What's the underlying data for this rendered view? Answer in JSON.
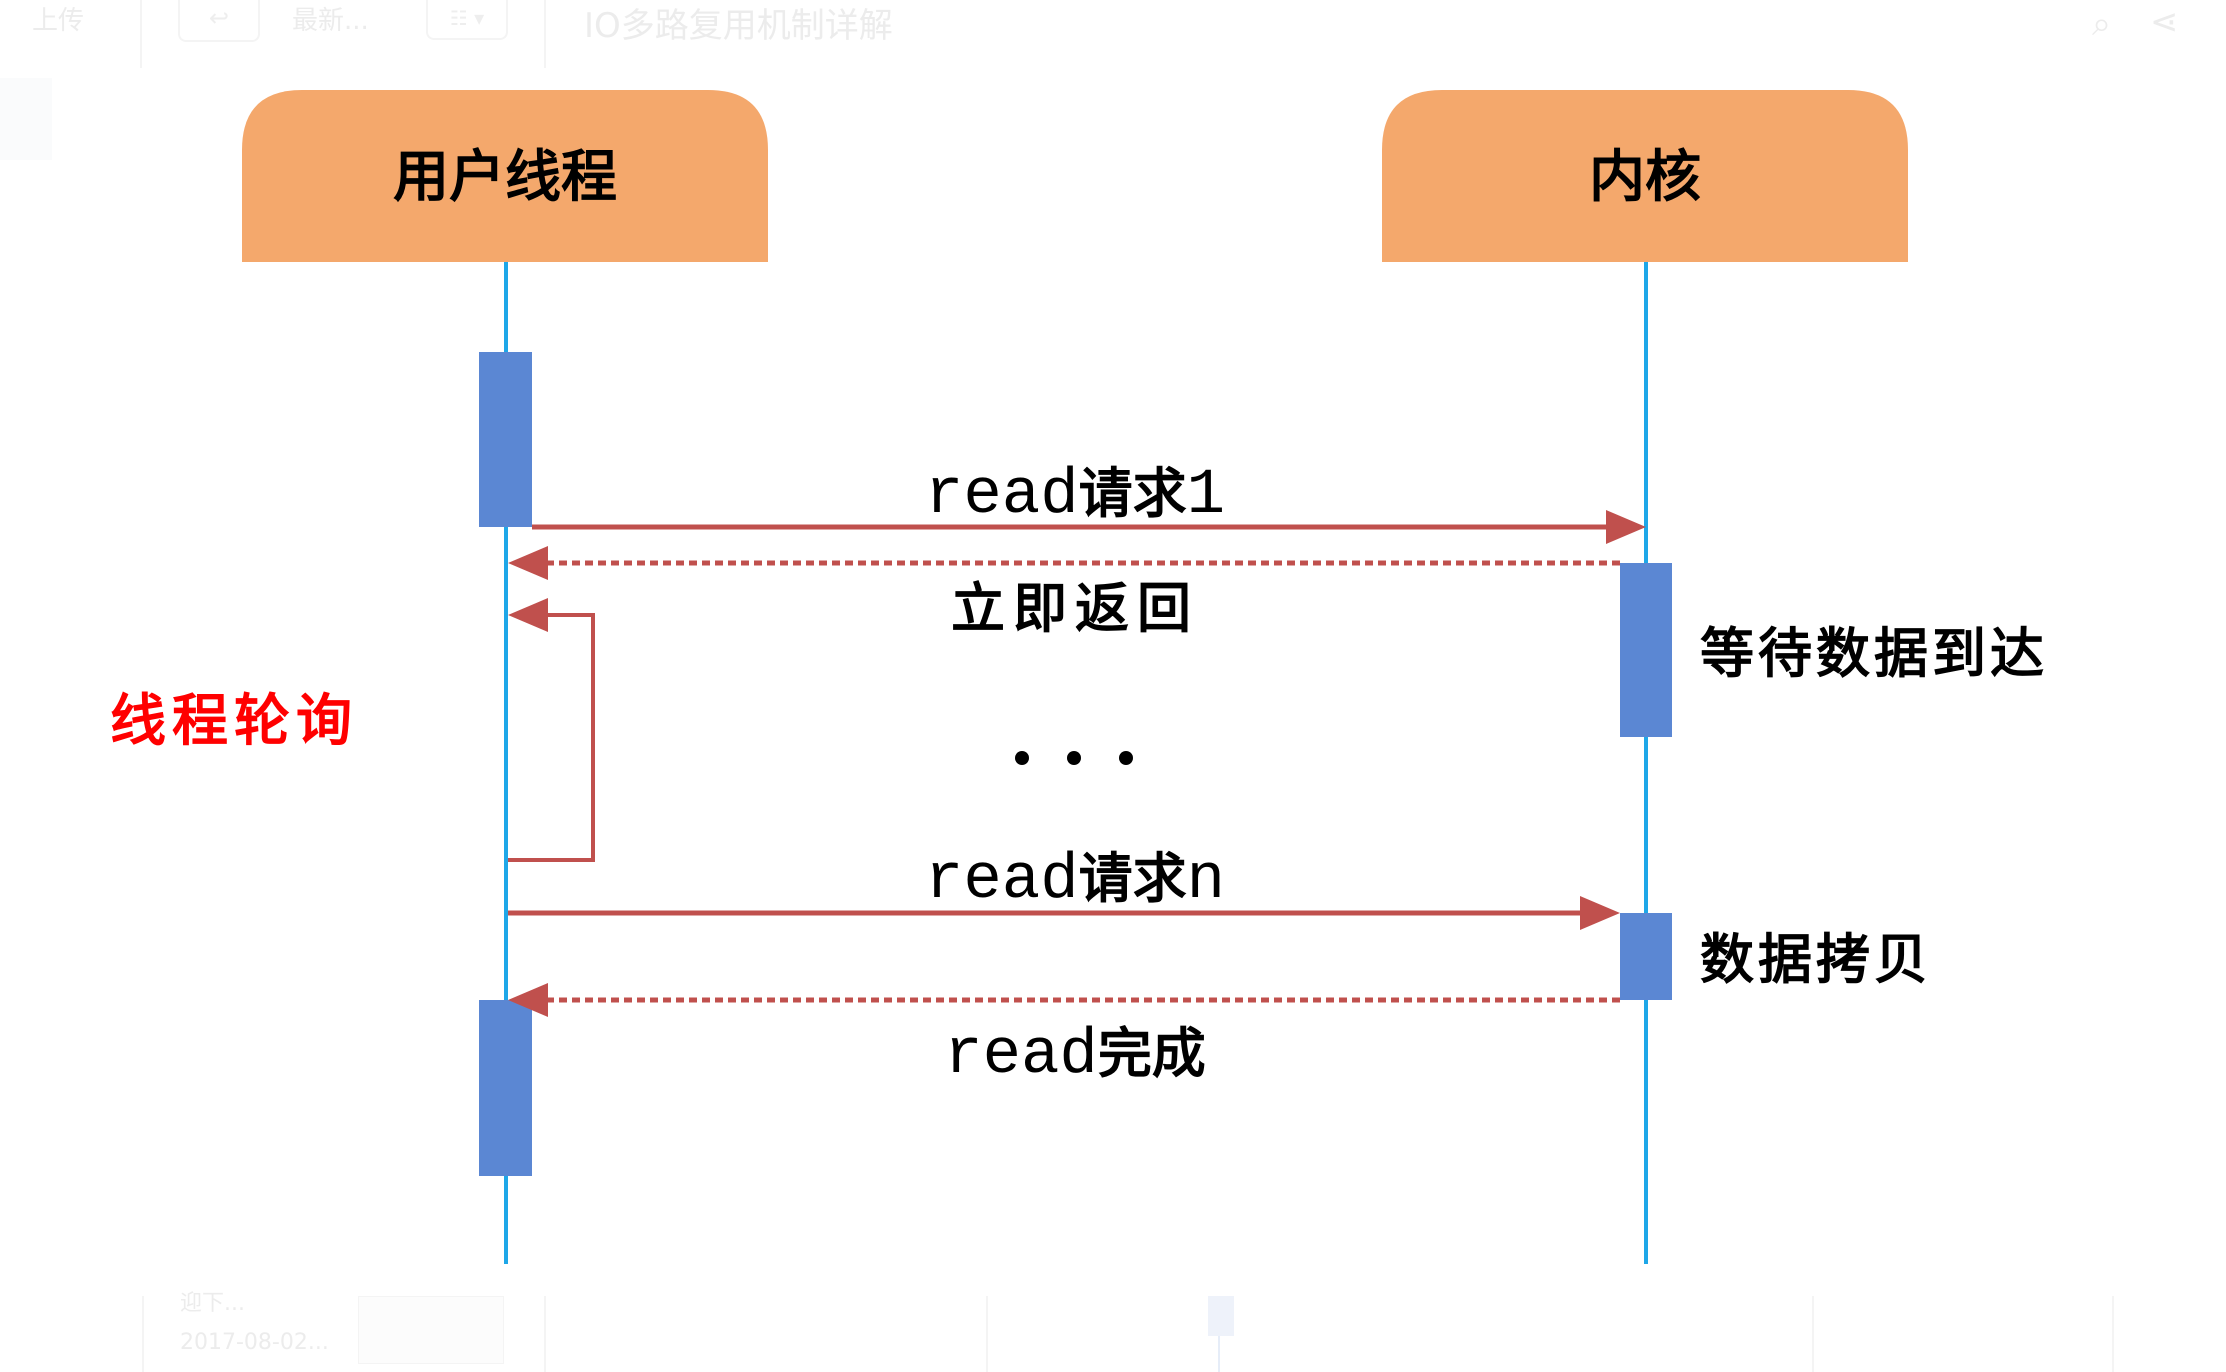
{
  "app_chrome": {
    "upload_label": "上传",
    "back_icon": "undo-arrow-icon",
    "latest_label": "最新...",
    "view_icon": "list-view-icon",
    "document_title": "IO多路复用机制详解",
    "search_icon": "search-icon",
    "share_icon": "share-icon",
    "bottom_snippet": "迎下...",
    "bottom_date": "2017-08-02..."
  },
  "diagram": {
    "type": "sequence",
    "colors": {
      "actor_fill": "#f4a86c",
      "lifeline": "#1ea7e8",
      "activation": "#5b87d3",
      "arrow": "#c0504d",
      "highlight_text": "#ff0000"
    },
    "actors": [
      {
        "id": "user",
        "label": "用户线程"
      },
      {
        "id": "kernel",
        "label": "内核"
      }
    ],
    "messages": [
      {
        "from": "user",
        "to": "kernel",
        "style": "solid",
        "label_latin": "read",
        "label_cjk": "请求",
        "label_suffix": "1"
      },
      {
        "from": "kernel",
        "to": "user",
        "style": "dashed",
        "label_cjk": "立即返回"
      },
      {
        "from": "user",
        "to": "user",
        "style": "loop",
        "label": "线程轮询"
      },
      {
        "ellipsis": "..."
      },
      {
        "from": "user",
        "to": "kernel",
        "style": "solid",
        "label_latin": "read",
        "label_cjk": "请求",
        "label_suffix": "n"
      },
      {
        "from": "kernel",
        "to": "user",
        "style": "dashed",
        "label_latin": "read",
        "label_cjk": "完成"
      }
    ],
    "notes": [
      {
        "actor": "kernel",
        "label": "等待数据到达"
      },
      {
        "actor": "kernel",
        "label": "数据拷贝"
      }
    ]
  }
}
